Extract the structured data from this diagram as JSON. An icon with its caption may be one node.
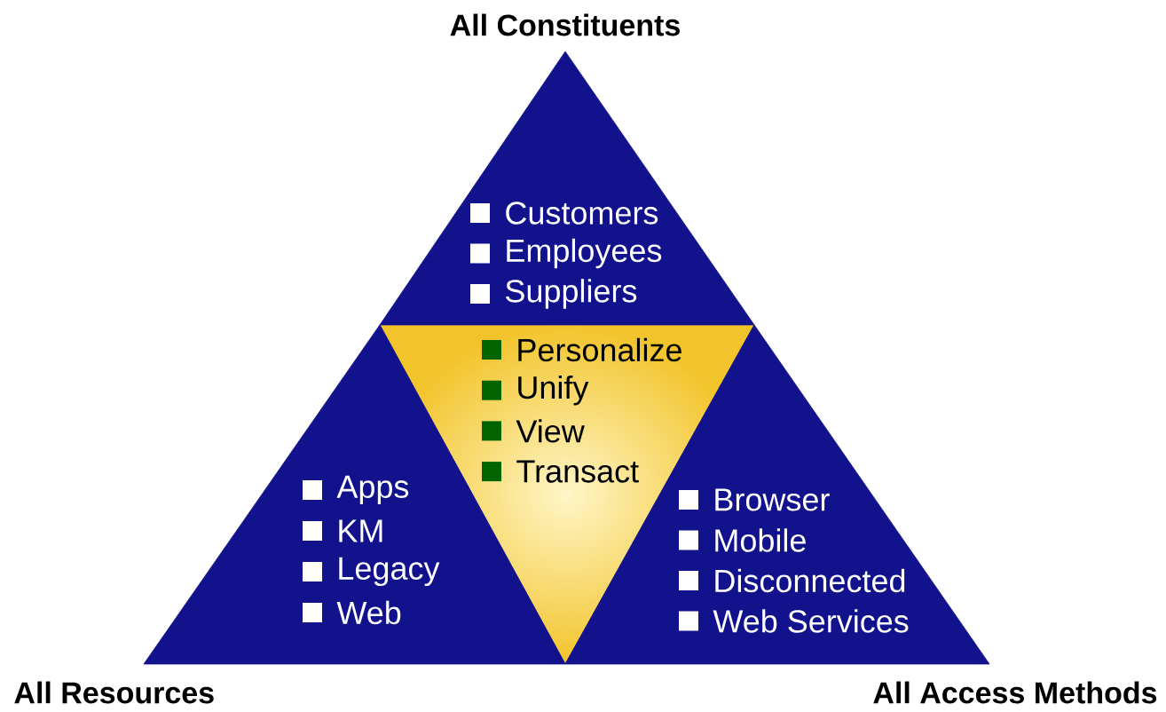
{
  "diagram": {
    "nodes": [
      {
        "text": [
          "All Constituents",
          "Customers",
          "Employees",
          "Suppliers"
        ]
      },
      {
        "text": [
          "Personalize",
          "Unify",
          "View",
          "Transact"
        ]
      },
      {
        "text": [
          "All Resources",
          "Apps",
          "KM",
          "Legacy",
          "Web"
        ]
      },
      {
        "text": [
          "All Access Methods",
          "Browser",
          "Mobile",
          "Disconnected",
          "Web Services"
        ]
      }
    ]
  }
}
